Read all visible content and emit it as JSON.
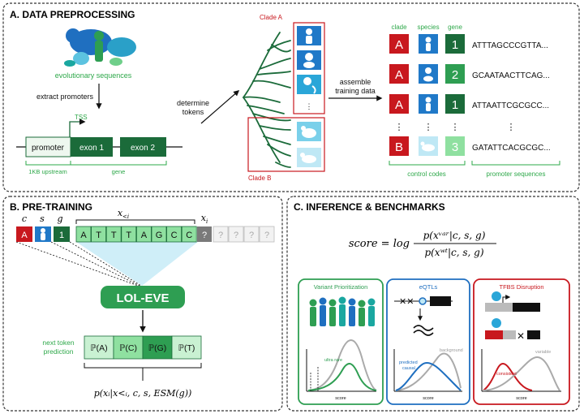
{
  "colors": {
    "dark_green": "#1b6b3a",
    "mid_green": "#2e9e52",
    "light_green": "#8fe0a0",
    "pale_green": "#c9f1d2",
    "label_green": "#2ea84a",
    "red": "#c8181e",
    "blue": "#1f6fc0",
    "light_blue": "#bfe8f5",
    "teal": "#1aa7a0",
    "gray": "#9a9a9a"
  },
  "panel_a": {
    "title": "A. DATA PREPROCESSING",
    "evo_label": "evolutionary sequences",
    "extract_label": "extract promoters",
    "tss": "TSS",
    "promoter": "promoter",
    "exon1": "exon 1",
    "exon2": "exon 2",
    "upstream": "1KB upstream",
    "gene": "gene",
    "determine_1": "determine",
    "determine_2": "tokens",
    "clade_a": "Clade A",
    "clade_b": "Clade B",
    "assemble_1": "assemble",
    "assemble_2": "training data",
    "headers": {
      "clade": "clade",
      "species": "species",
      "gene": "gene"
    },
    "rows": [
      {
        "clade": "A",
        "gene": "1",
        "seq": "ATTTAGCCCGTTA..."
      },
      {
        "clade": "A",
        "gene": "2",
        "seq": "GCAATAACTTCAG..."
      },
      {
        "clade": "A",
        "gene": "1",
        "seq": "ATTAATTCGCGCC..."
      },
      {
        "clade": "B",
        "gene": "3",
        "seq": "GATATTCACGCGC..."
      }
    ],
    "dots": "⋮",
    "control_codes": "control codes",
    "promoter_sequences": "promoter sequences"
  },
  "panel_b": {
    "title": "B. PRE-TRAINING",
    "labels": {
      "c": "c",
      "s": "s",
      "g": "g"
    },
    "x_lt_i": "x",
    "x_lt_i_sub": "<i",
    "x_i": "x",
    "x_i_sub": "i",
    "tokens": {
      "clade": "A",
      "gene": "1"
    },
    "sequence": [
      "A",
      "T",
      "T",
      "T",
      "A",
      "G",
      "C",
      "C"
    ],
    "mask": "?",
    "future": [
      "?",
      "?",
      "?",
      "?"
    ],
    "model": "LOL-EVE",
    "next_1": "next token",
    "next_2": "prediction",
    "probs": [
      "ℙ(A)",
      "ℙ(C)",
      "ℙ(G)",
      "ℙ(T)"
    ],
    "formula": "p(xᵢ|x<ᵢ, c, s, ESM(g))"
  },
  "panel_c": {
    "title": "C. INFERENCE & BENCHMARKS",
    "score_lhs": "score = log",
    "score_num": "p(xᵛᵃʳ|c, s, g)",
    "score_den": "p(xʷᵗ|c, s, g)",
    "boxes": {
      "variant": {
        "title": "Variant Prioritization",
        "ultra_rare": "ultra rare",
        "axis": "score"
      },
      "eqtl": {
        "title": "eQTLs",
        "predicted": "predicted",
        "causal": "causal",
        "background": "background",
        "axis": "score"
      },
      "tfbs": {
        "title": "TFBS Disruption",
        "consistent": "consistent",
        "variable": "variable",
        "axis": "score"
      }
    }
  }
}
